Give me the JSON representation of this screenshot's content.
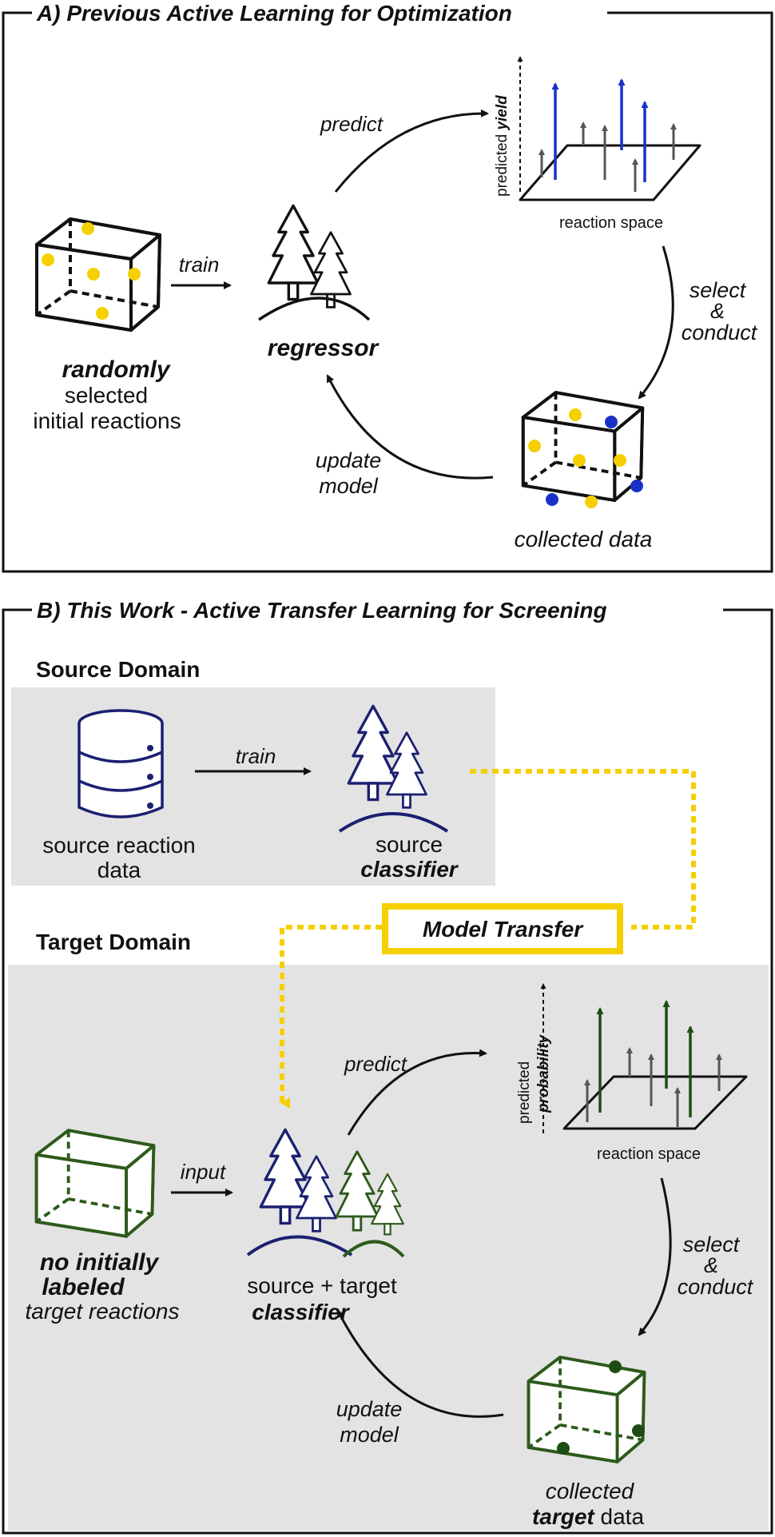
{
  "panel_a": {
    "title": "A) Previous Active Learning for Optimization",
    "train": "train",
    "predict": "predict",
    "select": "select",
    "amp": "&",
    "conduct": "conduct",
    "update": "update",
    "model": "model",
    "randomly": "randomly",
    "selected": "selected",
    "initial_reactions": "initial reactions",
    "regressor": "regressor",
    "axis_predicted": "predicted ",
    "axis_yield": "yield",
    "reaction_space": "reaction space",
    "collected_data": "collected data"
  },
  "panel_b": {
    "title": "B) This Work - Active Transfer Learning for Screening",
    "source_domain": "Source Domain",
    "target_domain": "Target Domain",
    "train": "train",
    "source_reaction": "source reaction",
    "data": "data",
    "source": "source",
    "classifier": "classifier",
    "model_transfer": "Model Transfer",
    "input": "input",
    "predict": "predict",
    "axis_predicted": "predicted",
    "axis_probability": "probability",
    "reaction_space": "reaction space",
    "select": "select",
    "amp": "&",
    "conduct": "conduct",
    "update": "update",
    "model": "model",
    "no_initially": "no initially",
    "labeled": "labeled",
    "target_reactions": "target reactions",
    "source_target": "source + target",
    "classifier2": "classifier",
    "collected": "collected",
    "target_word": "target",
    "data_word": " data"
  },
  "colors": {
    "yellow": "#f5d000",
    "blue": "#1832c8",
    "navy": "#1a2070",
    "green": "#2d5a1b",
    "dark_green": "#1e4d14",
    "gray_box": "#e3e3e3",
    "arrow_gray": "#555555"
  },
  "icons": [
    "database-icon",
    "tree-icon",
    "cube-icon",
    "arrow-icon"
  ]
}
